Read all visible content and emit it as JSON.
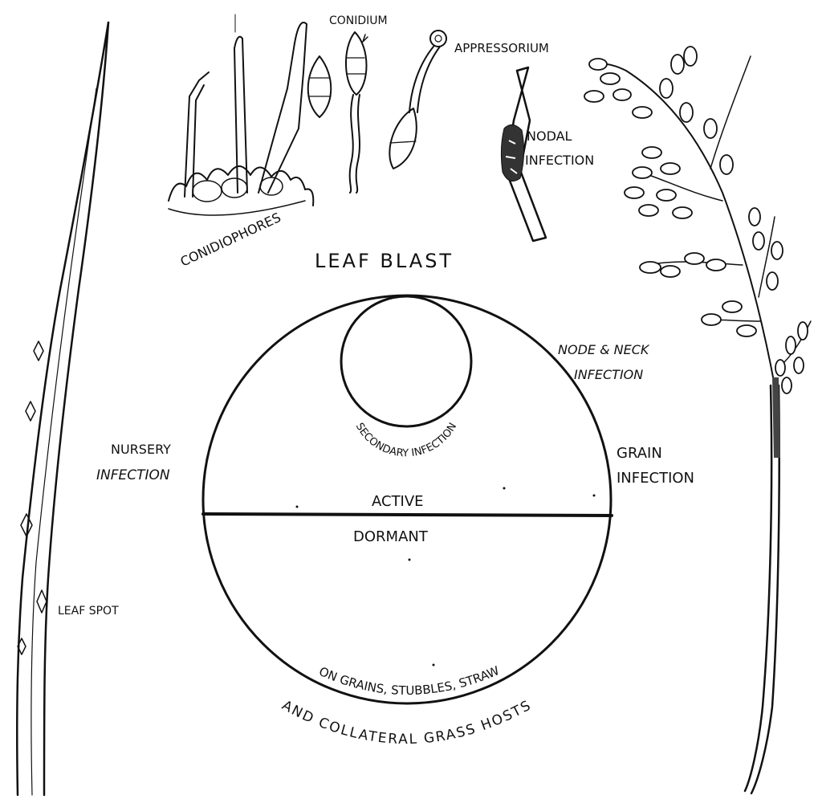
{
  "labels": {
    "conidium": "CONIDIUM",
    "appressorium": "APPRESSORIUM",
    "nodal_line1": "NODAL",
    "nodal_line2": "INFECTION",
    "conidiophores": "CONIDIOPHORES",
    "leaf_blast": "LEAF BLAST",
    "secondary_infection": "SECONDARY INFECTION",
    "node_neck_line1": "NODE & NECK",
    "node_neck_line2": "INFECTION",
    "nursery_line1": "NURSERY",
    "nursery_line2": "INFECTION",
    "grain_line1": "GRAIN",
    "grain_line2": "INFECTION",
    "active": "ACTIVE",
    "dormant": "DORMANT",
    "leaf_spot": "LEAF SPOT",
    "inner_arc": "ON GRAINS, STUBBLES, STRAW",
    "outer_arc": "AND COLLATERAL GRASS HOSTS"
  },
  "colors": {
    "ink": "#111111",
    "background": "#ffffff"
  }
}
